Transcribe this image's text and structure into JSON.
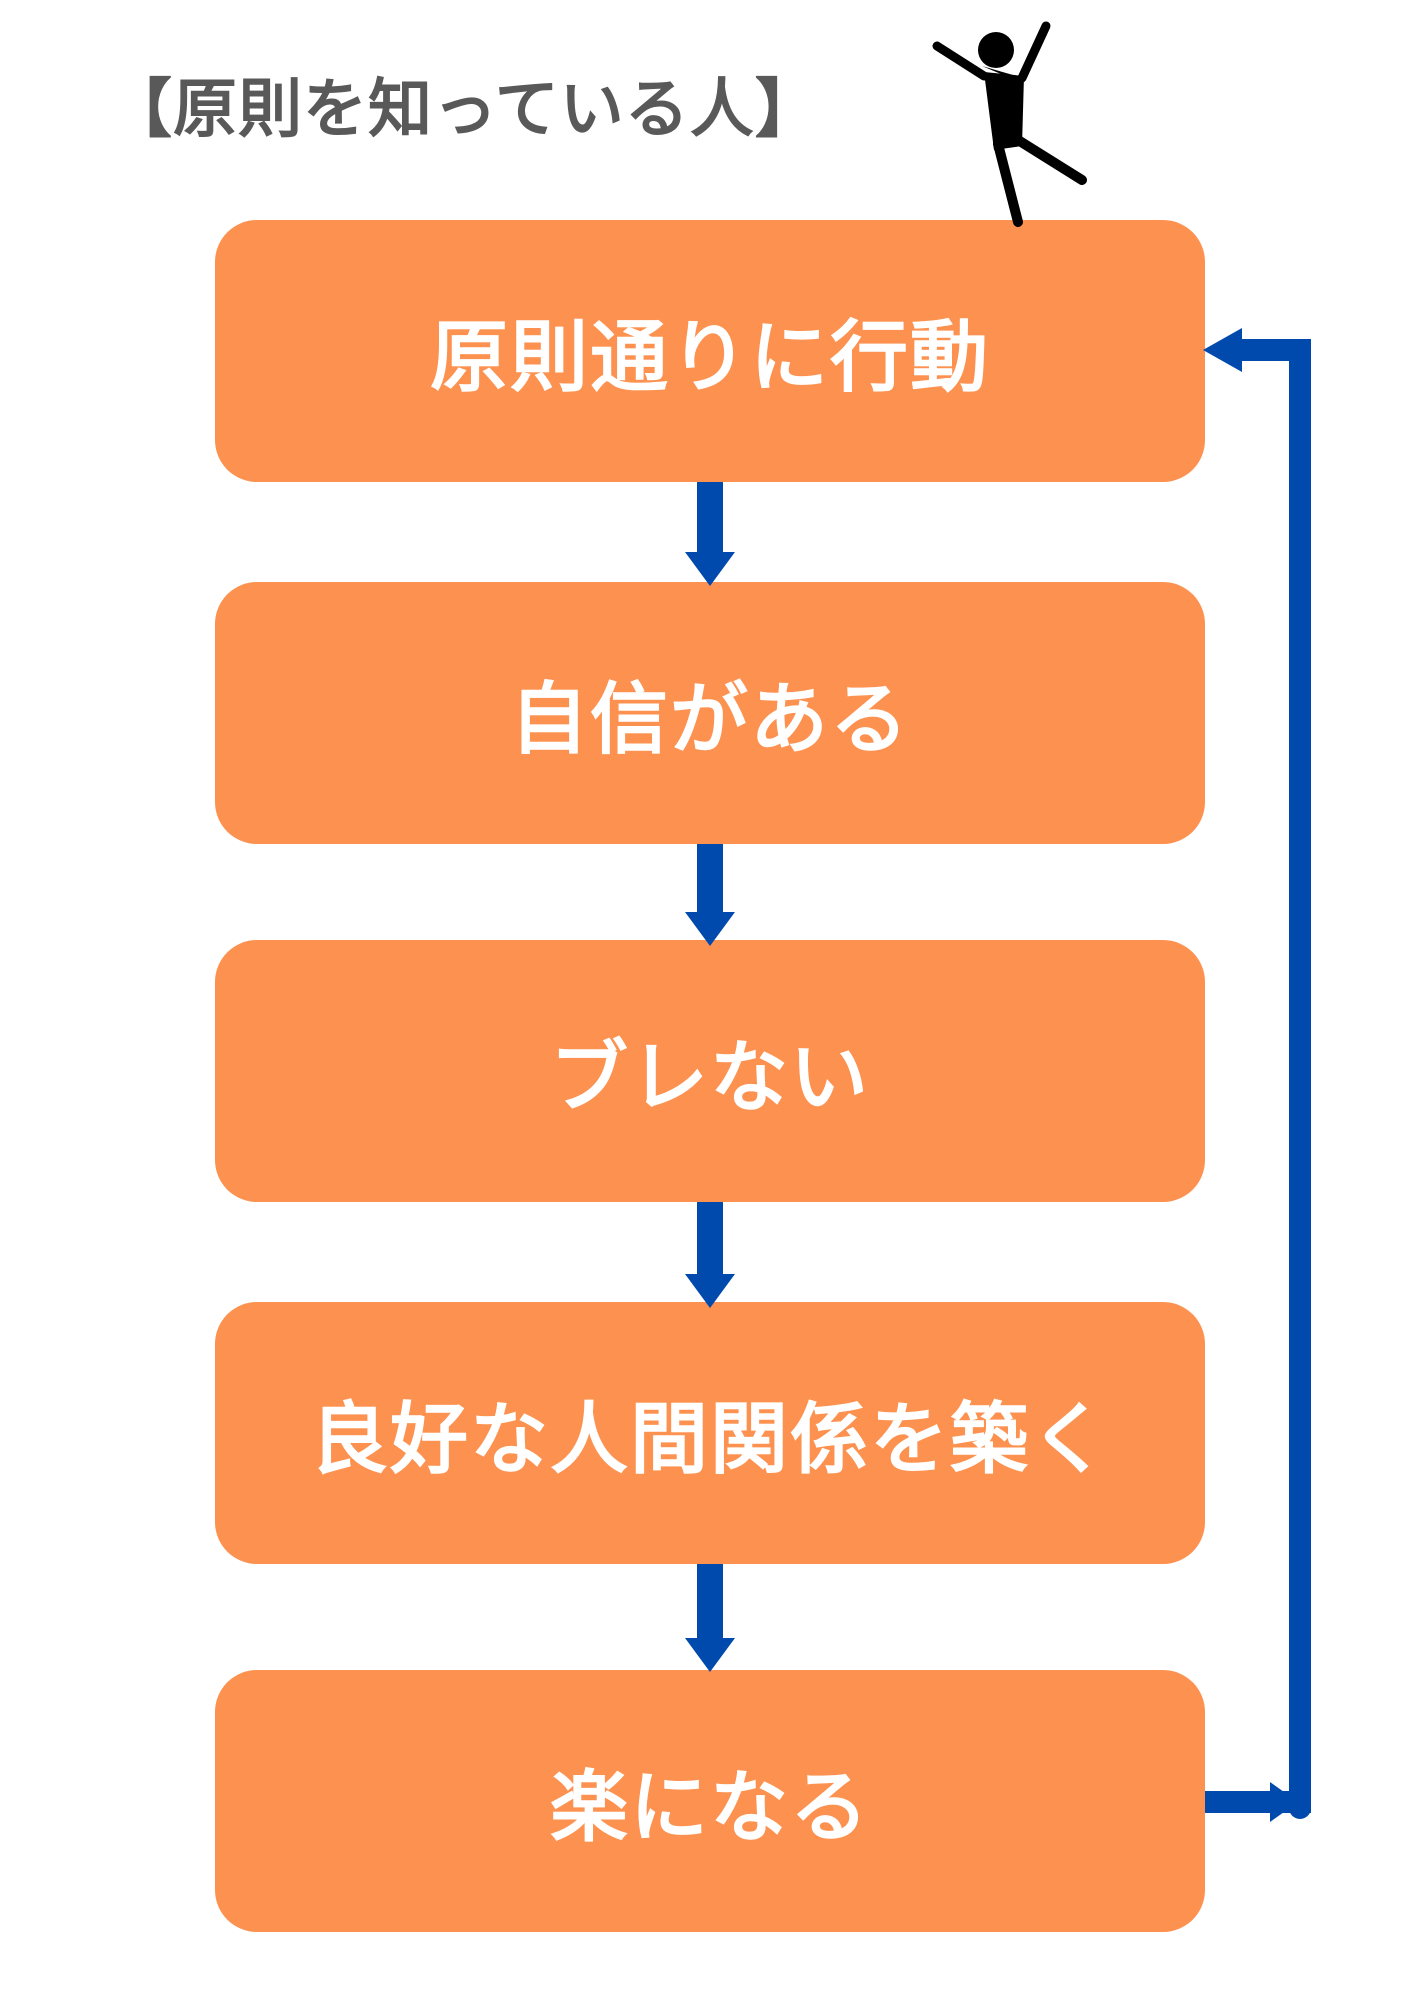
{
  "diagram": {
    "title": "【原則を知っている人】",
    "steps": [
      {
        "label": "原則通りに行動"
      },
      {
        "label": "自信がある"
      },
      {
        "label": "ブレない"
      },
      {
        "label": "良好な人間関係を築く"
      },
      {
        "label": "楽になる"
      }
    ]
  },
  "icons": {
    "figure": "jumping-person-icon"
  },
  "colors": {
    "box": "#fd914f",
    "box_text": "#ffffff",
    "arrow": "#004aad",
    "title": "#595959",
    "figure": "#000000"
  }
}
